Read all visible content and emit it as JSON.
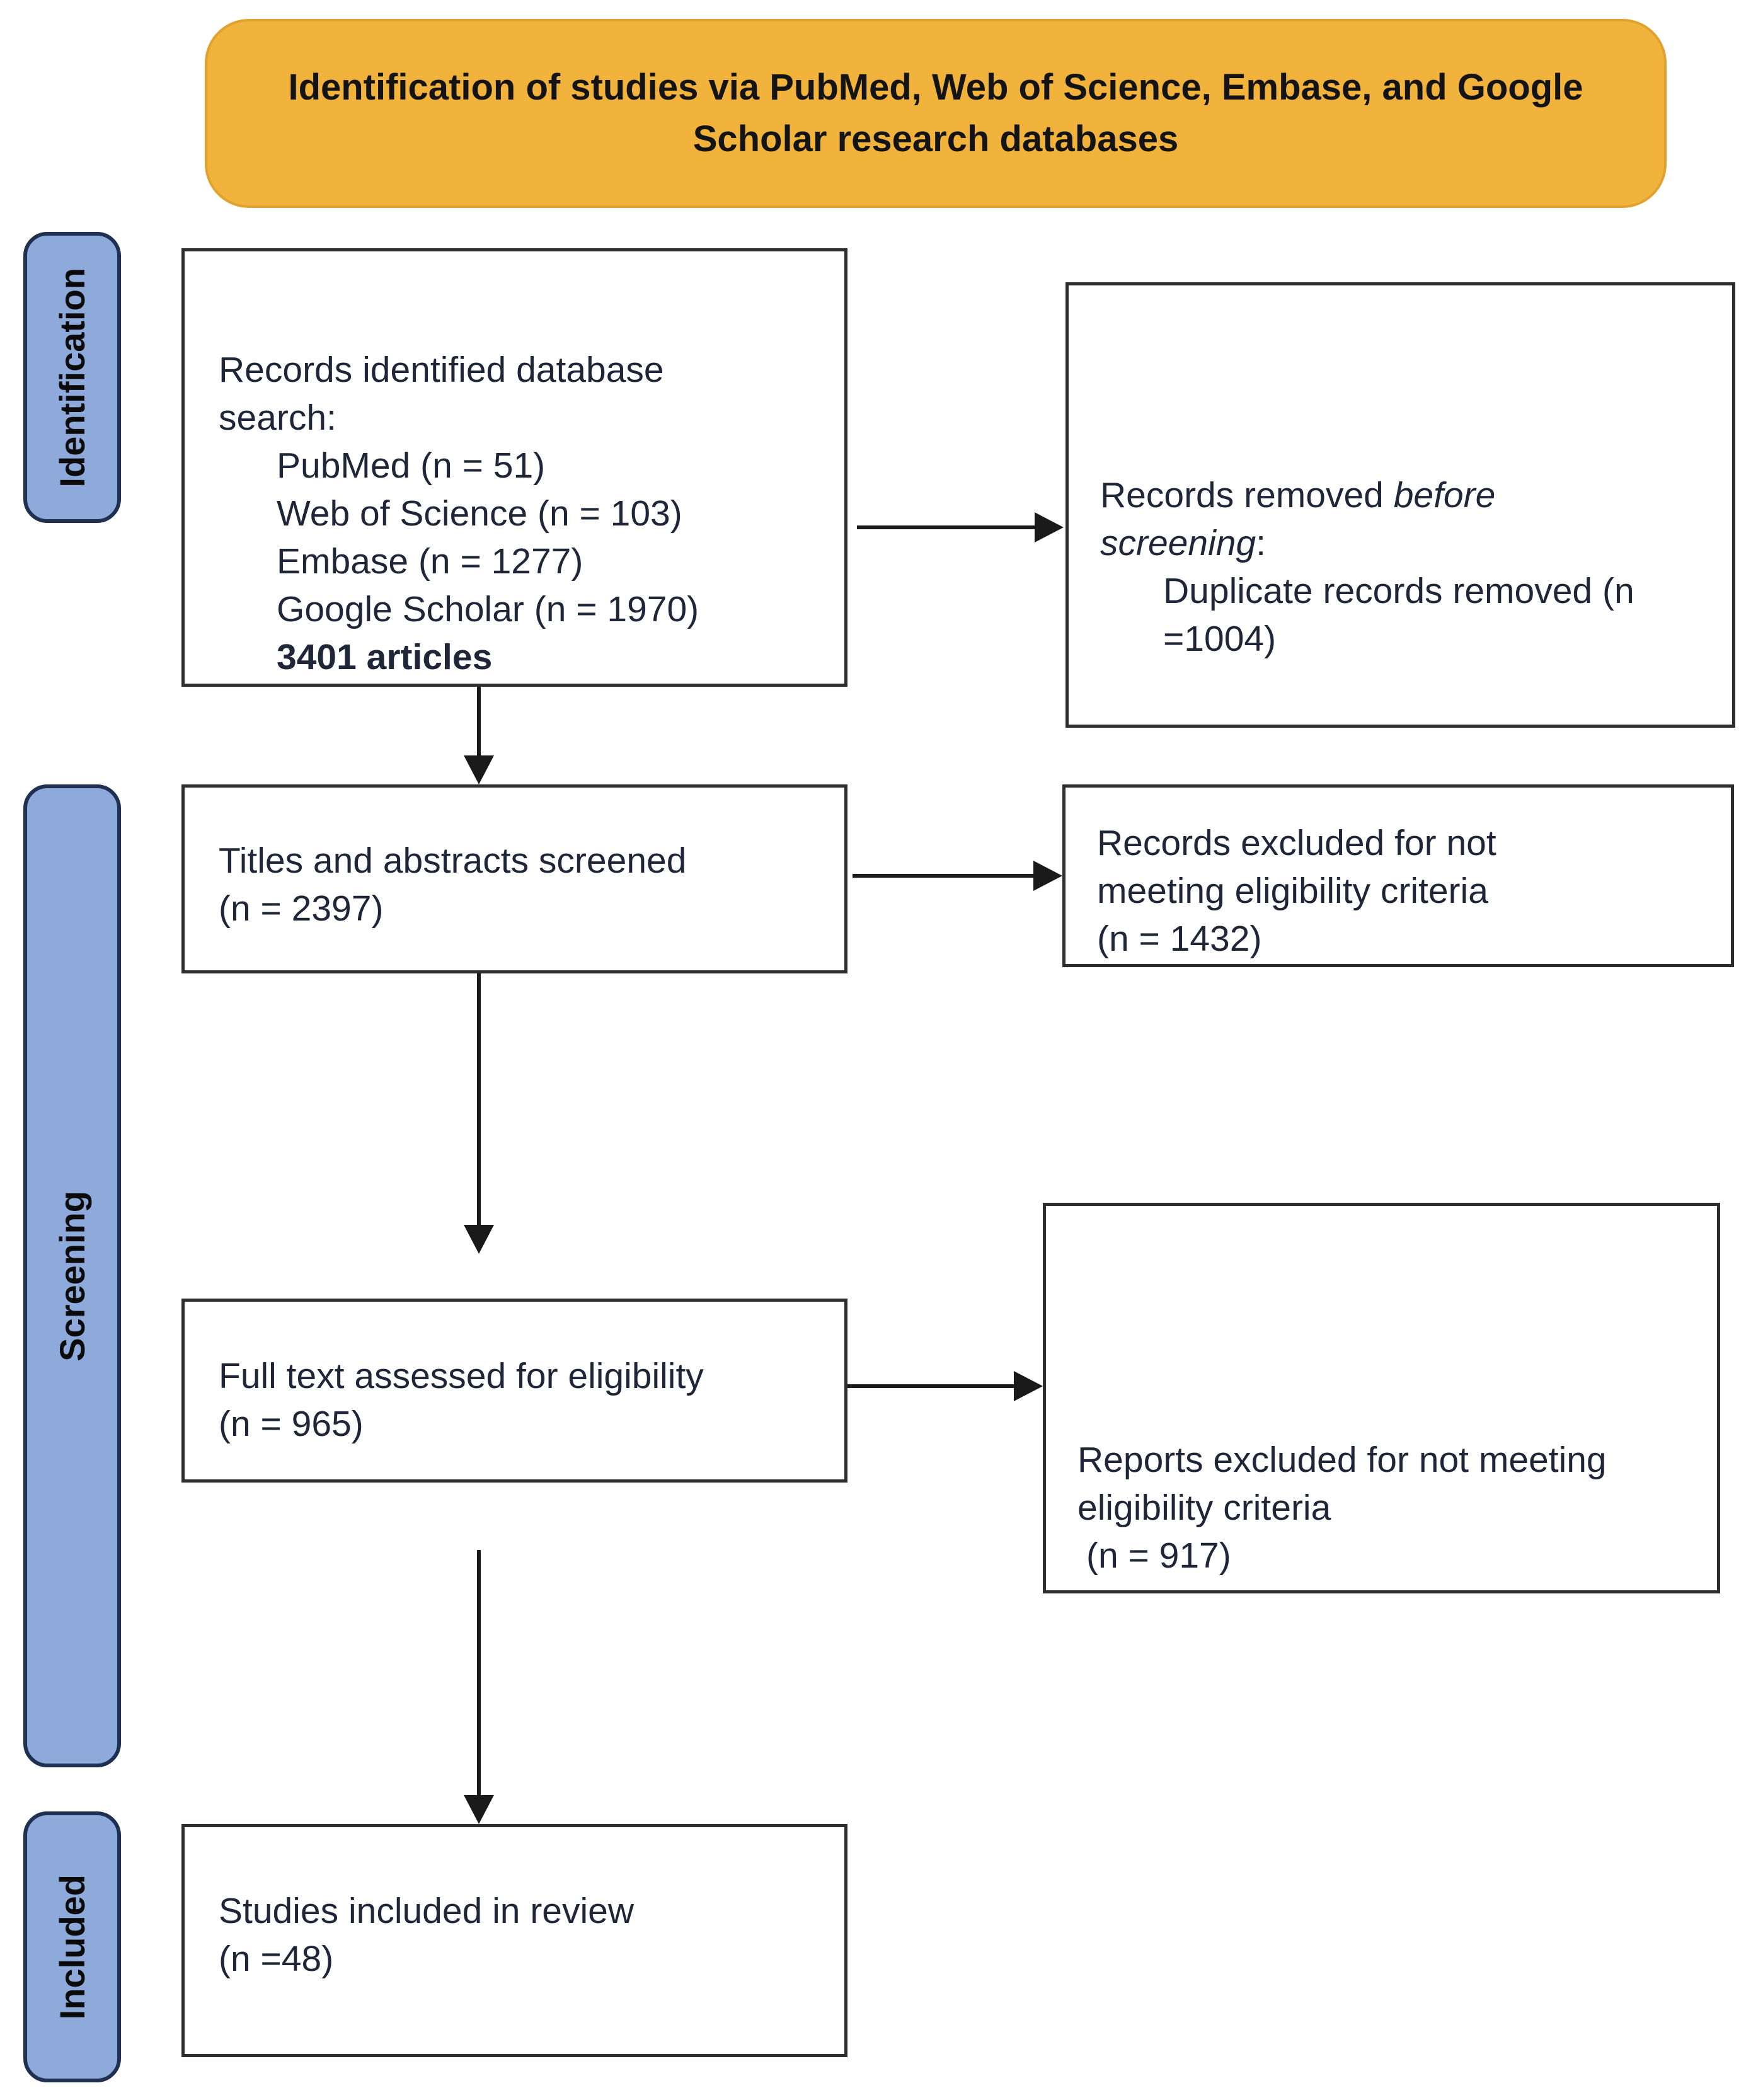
{
  "banner": {
    "lines": [
      "Identification of studies via PubMed, Web of Science, Embase, and Google",
      "Scholar research databases"
    ]
  },
  "sidebar": {
    "stages": [
      "Identification",
      "Screening",
      "Included"
    ]
  },
  "boxes": {
    "records_identified": {
      "heading_lines": [
        "Records identified database",
        "search:"
      ],
      "items": [
        "PubMed (n = 51)",
        "Web of Science (n = 103)",
        "Embase (n = 1277)",
        "Google Scholar (n = 1970)"
      ],
      "total": "3401 articles"
    },
    "records_removed": {
      "prefix": "Records removed ",
      "italic1": "before",
      "italic2": "screening",
      "colon": ":",
      "detail_lines": [
        "Duplicate records removed (n",
        "=1004)"
      ]
    },
    "titles_screened": {
      "lines": [
        "Titles and abstracts screened",
        "(n = 2397)"
      ]
    },
    "records_excluded": {
      "lines": [
        "Records excluded for not",
        "meeting eligibility criteria",
        "(n = 1432)"
      ]
    },
    "full_text_assessed": {
      "lines": [
        "Full text assessed for eligibility",
        "(n = 965)"
      ]
    },
    "reports_excluded": {
      "lines": [
        "Reports excluded for not meeting",
        "eligibility criteria",
        "(n = 917)"
      ]
    },
    "studies_included": {
      "lines": [
        "Studies included in review",
        "(n =48)"
      ]
    }
  },
  "colors": {
    "banner_fill": "#F2B33D",
    "banner_border": "#DFA22F",
    "stage_fill": "#8EAADB",
    "stage_border": "#1F3050",
    "box_border": "#2E2E2E",
    "text": "#1E2637",
    "arrow": "#1A1A1A",
    "title_text": "#141414"
  }
}
